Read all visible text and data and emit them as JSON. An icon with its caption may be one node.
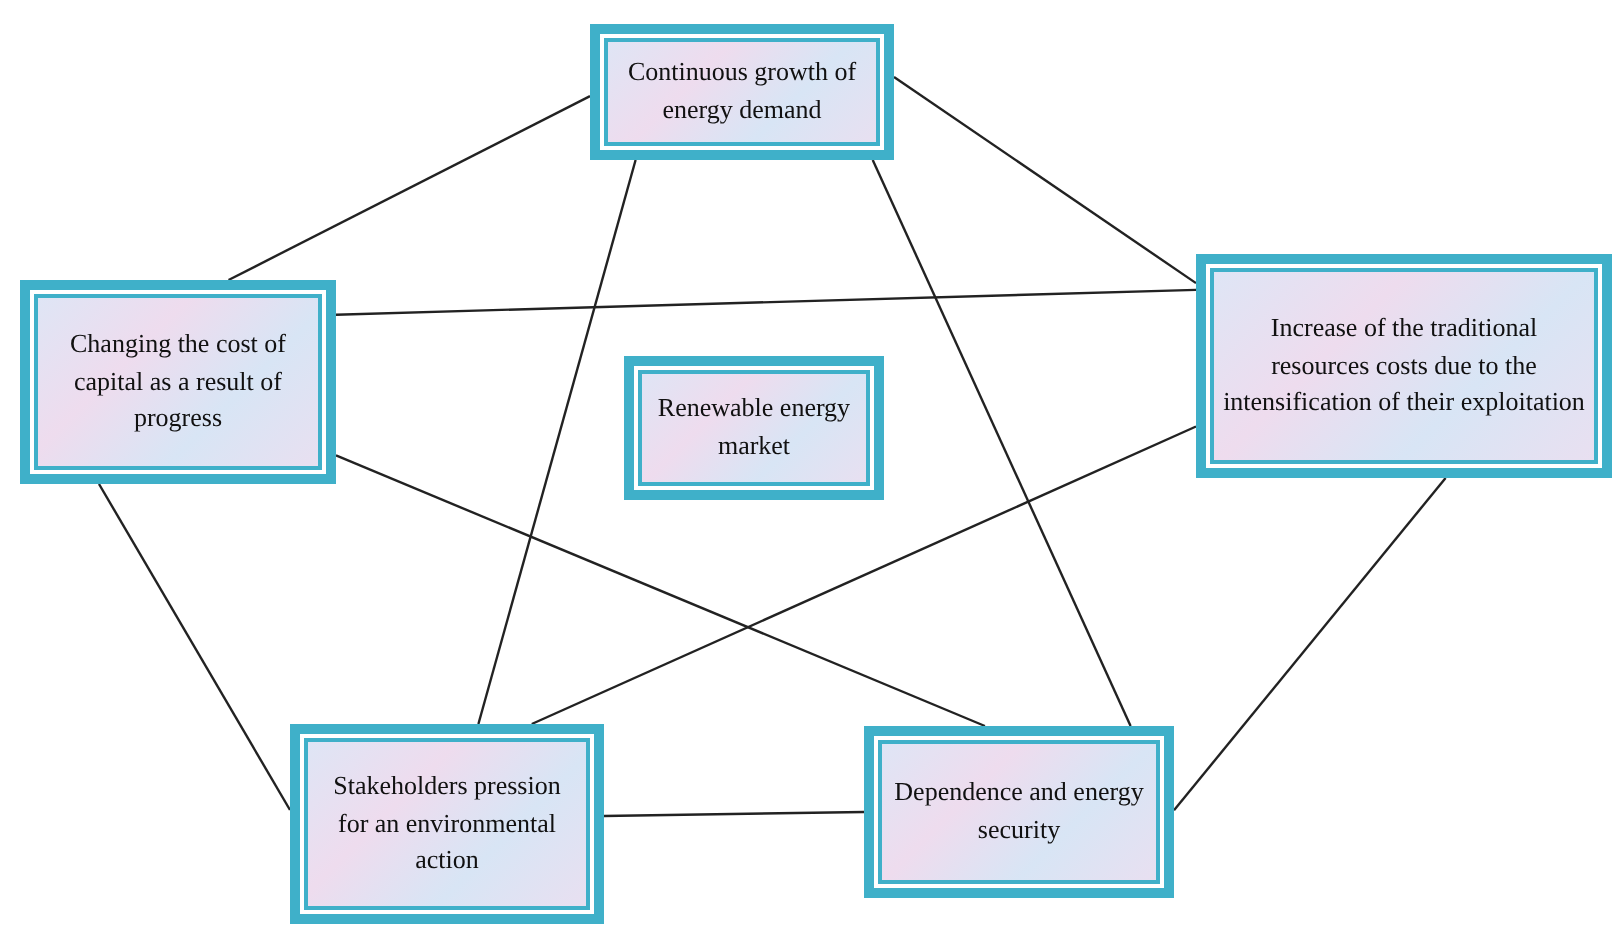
{
  "diagram": {
    "nodes": [
      {
        "text": [
          "Continuous growth of energy demand"
        ]
      },
      {
        "text": [
          "Changing the cost of capital as a result of progress"
        ]
      },
      {
        "text": [
          "Renewable energy market"
        ]
      },
      {
        "text": [
          "Increase of the traditional resources costs due to the intensification of their exploitation"
        ]
      },
      {
        "text": [
          "Stakeholders pression for an environmental action"
        ]
      },
      {
        "text": [
          "Dependence and energy security"
        ]
      }
    ],
    "edges": [
      {
        "from": 0,
        "to": 1,
        "arrow": "none"
      },
      {
        "from": 0,
        "to": 3,
        "arrow": "none"
      },
      {
        "from": 0,
        "to": 4,
        "arrow": "none"
      },
      {
        "from": 0,
        "to": 5,
        "arrow": "none"
      },
      {
        "from": 1,
        "to": 3,
        "arrow": "none"
      },
      {
        "from": 1,
        "to": 5,
        "arrow": "none"
      },
      {
        "from": 1,
        "to": 4,
        "arrow": "none"
      },
      {
        "from": 3,
        "to": 4,
        "arrow": "none"
      },
      {
        "from": 3,
        "to": 5,
        "arrow": "none"
      },
      {
        "from": 4,
        "to": 5,
        "arrow": "none"
      }
    ]
  }
}
